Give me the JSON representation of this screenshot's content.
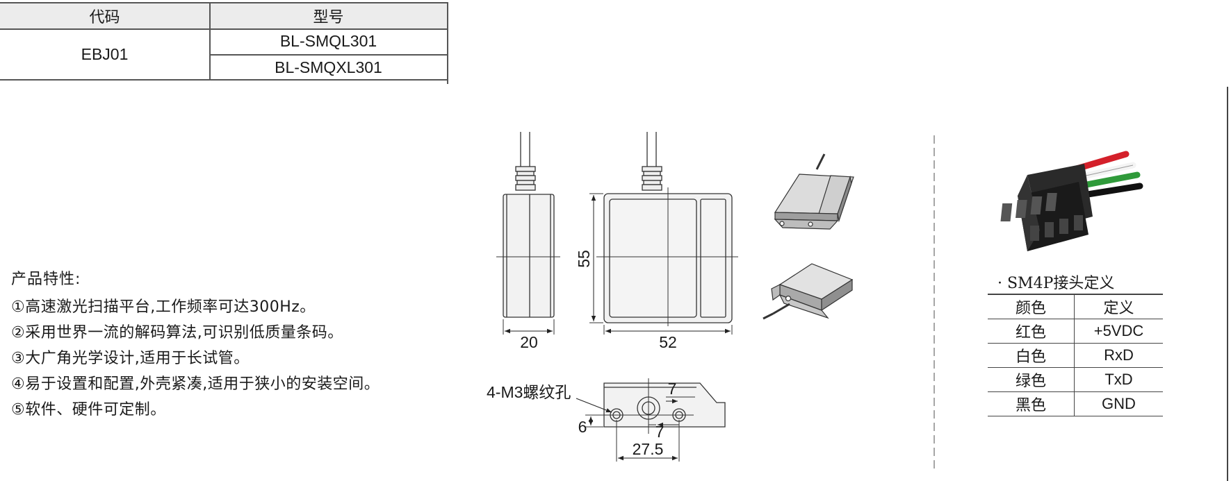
{
  "model_table": {
    "headers": [
      "代码",
      "型号"
    ],
    "code": "EBJ01",
    "models": [
      "BL-SMQL301",
      "BL-SMQXL301"
    ]
  },
  "features": {
    "title": "产品特性:",
    "items": [
      "①高速激光扫描平台,工作频率可达300Hz。",
      "②采用世界一流的解码算法,可识别低质量条码。",
      "③大广角光学设计,适用于长试管。",
      "④易于设置和配置,外壳紧凑,适用于狭小的安装空间。",
      "⑤软件、硬件可定制。"
    ]
  },
  "drawing": {
    "dim_height": "55",
    "dim_side_width": "20",
    "dim_front_width": "52",
    "mount_hole_label": "4-M3螺纹孔",
    "dim_hole_7_top": "7",
    "dim_hole_7_bottom": "7",
    "dim_hole_6": "6",
    "dim_hole_27_5": "27.5"
  },
  "connector": {
    "title": "· SM4P接头定义",
    "headers": [
      "颜色",
      "定义"
    ],
    "rows": [
      {
        "color": "红色",
        "def": "+5VDC"
      },
      {
        "color": "白色",
        "def": "RxD"
      },
      {
        "color": "绿色",
        "def": "TxD"
      },
      {
        "color": "黑色",
        "def": "GND"
      }
    ],
    "wire_colors": [
      "#d4202a",
      "#ffffff",
      "#2f9a3a",
      "#111111"
    ]
  }
}
